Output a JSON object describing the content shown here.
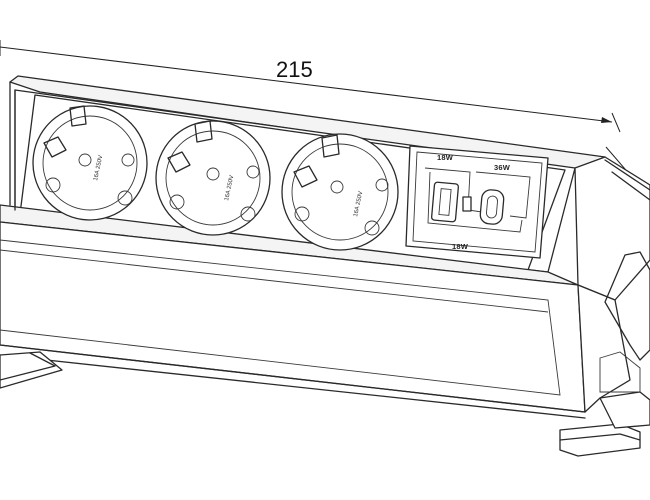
{
  "dimensions": {
    "width_label": "215"
  },
  "usb_module": {
    "label_top_left": "18W",
    "label_top_right": "36W",
    "label_bottom": "18W"
  },
  "socket_marking": {
    "text": "16A 250V"
  },
  "colors": {
    "line": "#2a2a2a",
    "background": "#ffffff"
  }
}
